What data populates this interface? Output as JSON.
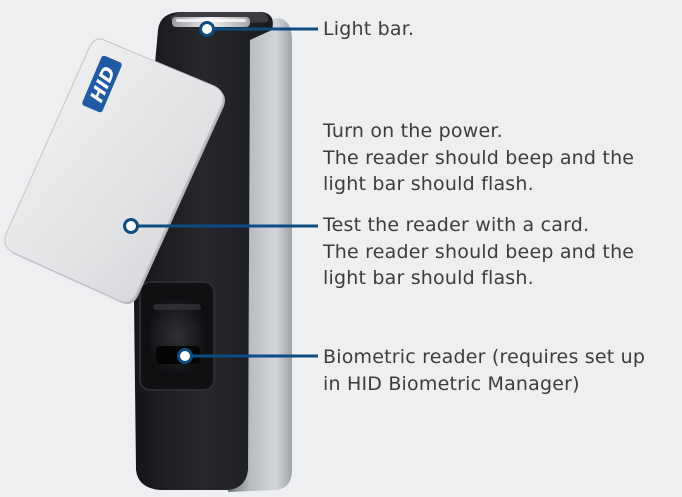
{
  "colors": {
    "background": "#eeeff1",
    "leader": "#0a4d85",
    "text": "#3c3c3c",
    "hid_blue": "#1f5aa6"
  },
  "card": {
    "logo_text": "HID"
  },
  "callouts": {
    "light_bar": [
      "Light bar."
    ],
    "power": [
      "Turn on the power.",
      "The reader should beep and the",
      "light bar should flash."
    ],
    "test_card": [
      "Test the reader with a card.",
      "The reader should beep and the",
      "light bar should flash."
    ],
    "biometric": [
      "Biometric reader (requires set up",
      "in HID Biometric Manager)"
    ]
  }
}
